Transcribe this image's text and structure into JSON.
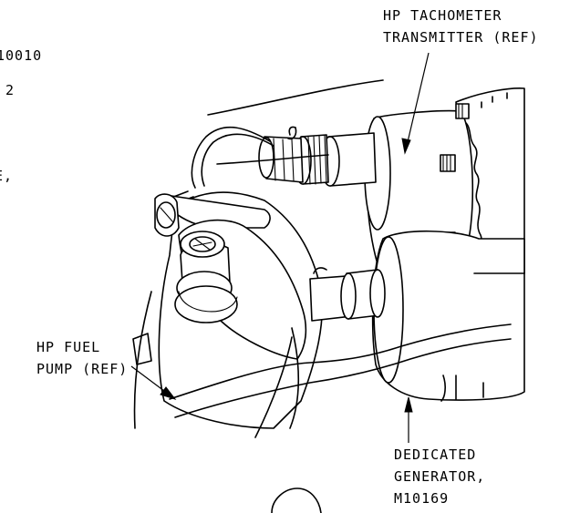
{
  "callouts": {
    "tachometer": {
      "lines": [
        "HP TACHOMETER",
        "TRANSMITTER (REF)"
      ]
    },
    "fuel_pump": {
      "lines": [
        "HP FUEL",
        "PUMP (REF)"
      ]
    },
    "generator": {
      "lines": [
        "DEDICATED",
        "GENERATOR,",
        "M10169"
      ]
    },
    "cropped_left": {
      "lines": [
        "10010",
        "2",
        "E,"
      ]
    }
  },
  "colors": {
    "ink": "#000000",
    "background": "#ffffff"
  }
}
